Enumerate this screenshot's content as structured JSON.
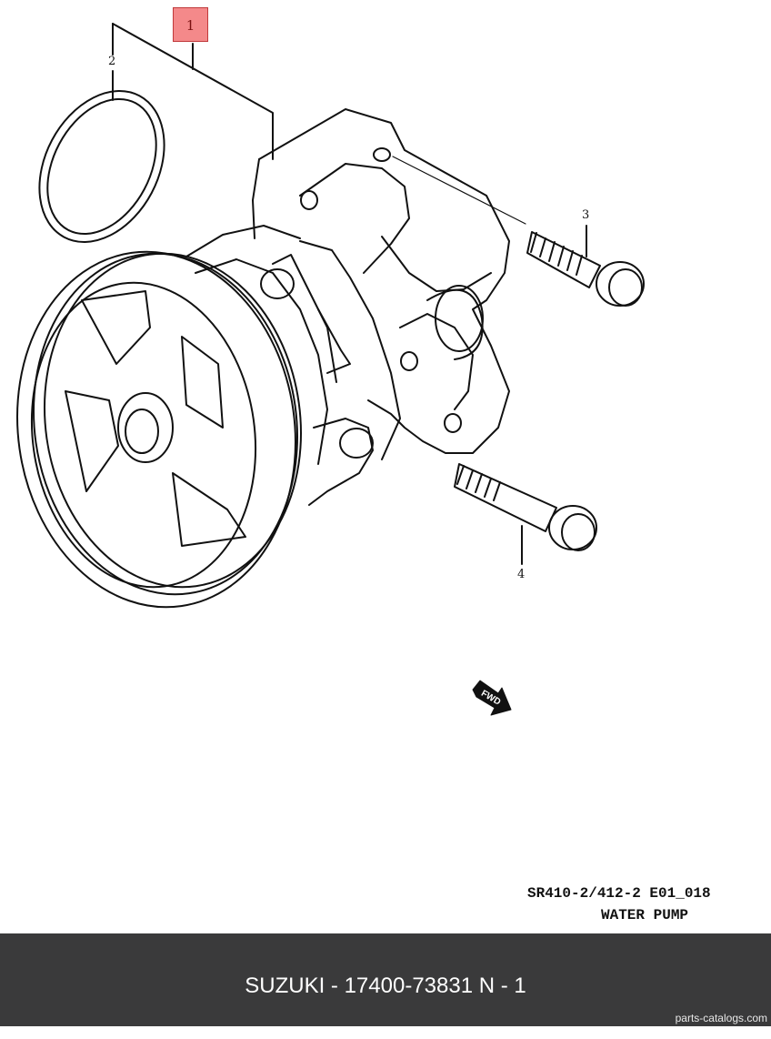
{
  "diagram": {
    "callouts": {
      "c1": "1",
      "c2": "2",
      "c3": "3",
      "c4": "4"
    },
    "fwd_label": "FWD",
    "caption_code": "SR410-2/412-2 E01_018",
    "caption_title": "WATER PUMP",
    "highlight_color": "#f4898a"
  },
  "footer": {
    "title": "SUZUKI - 17400-73831    N - 1",
    "watermark": "parts-catalogs.com",
    "background": "#3a3a3b"
  }
}
